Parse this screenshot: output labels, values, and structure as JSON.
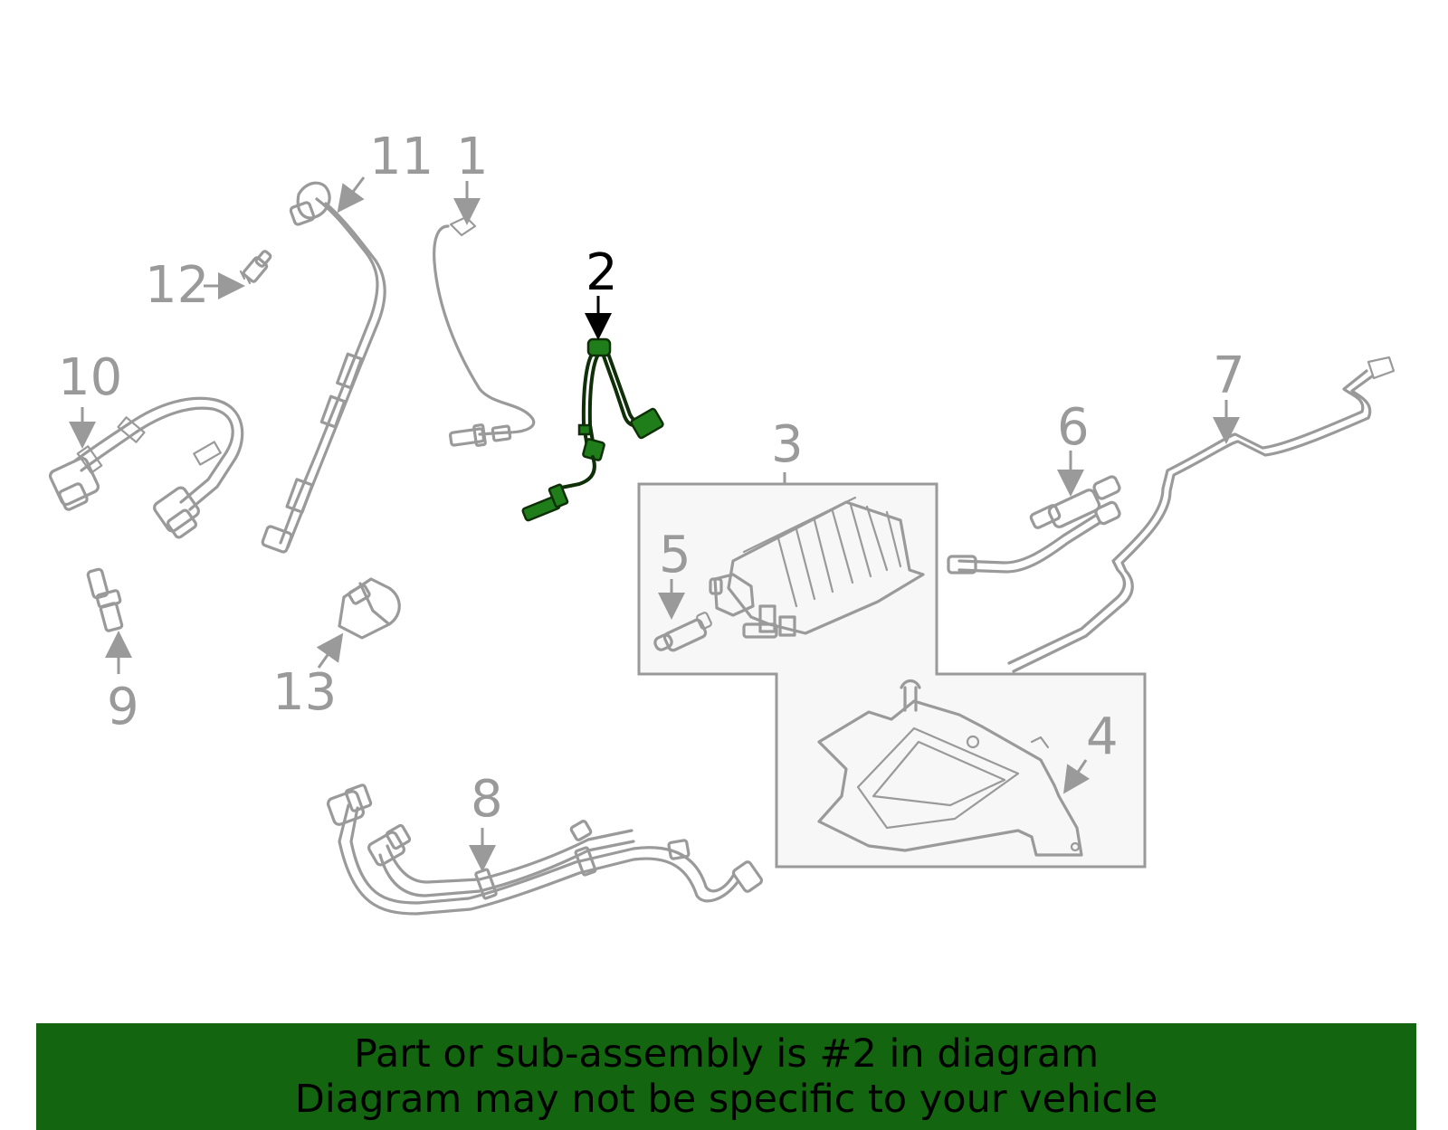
{
  "colors": {
    "highlight": "#1f7d1a",
    "banner_bg": "#13660f",
    "part_stroke": "#9a9a9a"
  },
  "callouts": {
    "c1": "1",
    "c2": "2",
    "c3": "3",
    "c4": "4",
    "c5": "5",
    "c6": "6",
    "c7": "7",
    "c8": "8",
    "c9": "9",
    "c10": "10",
    "c11": "11",
    "c12": "12",
    "c13": "13"
  },
  "highlighted_part": "2",
  "banner": {
    "line1": "Part or sub-assembly is #2 in diagram",
    "line2": "Diagram may not be specific to your vehicle"
  }
}
